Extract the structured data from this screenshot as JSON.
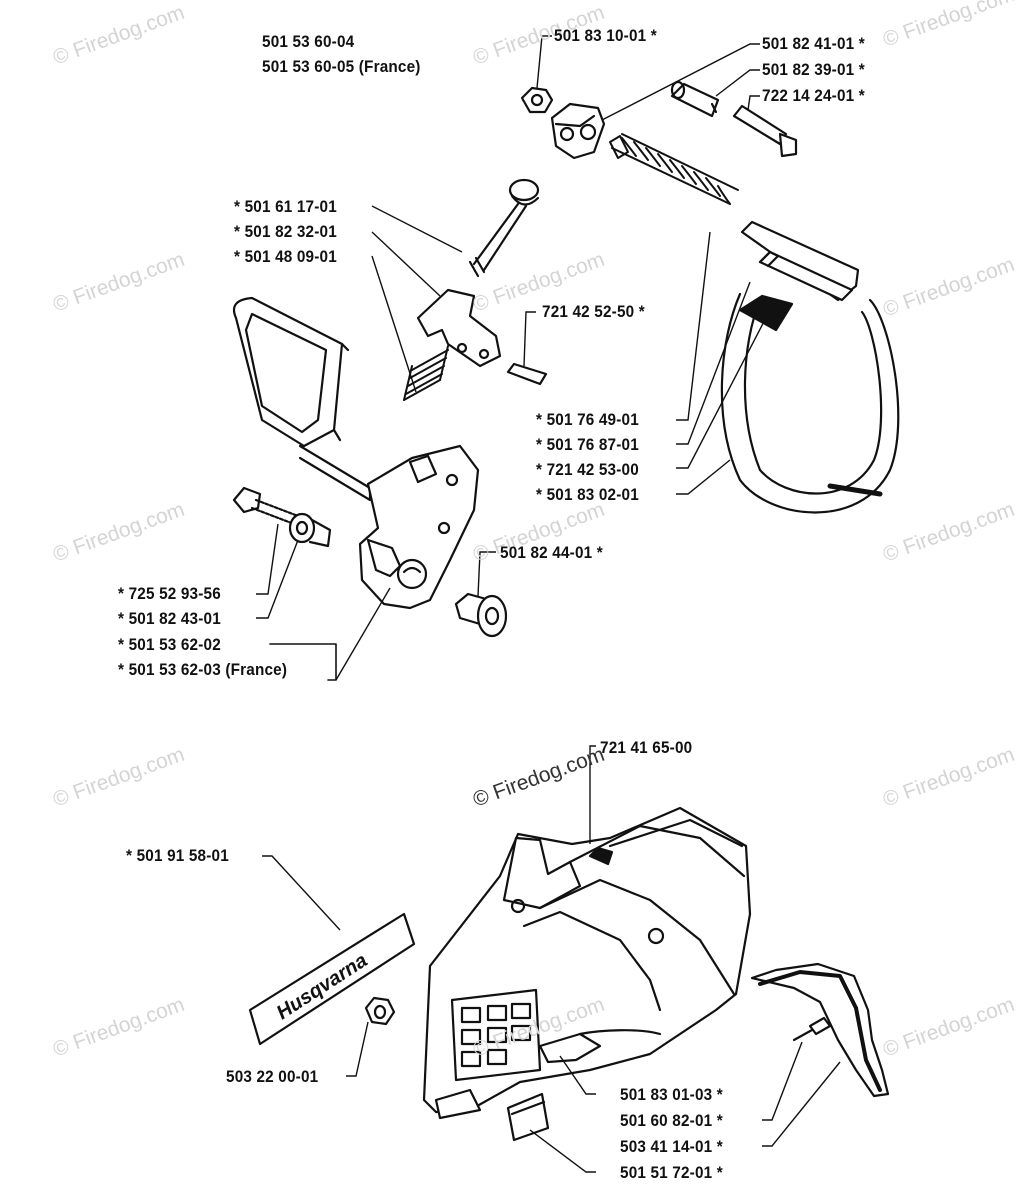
{
  "watermark": "© Firedog.com",
  "assembly_numbers": [
    "501 53 60-04",
    "501 53 60-05 (France)"
  ],
  "parts": {
    "p1": "501 83 10-01  *",
    "p2": "501 82 41-01  *",
    "p3": "501 82 39-01  *",
    "p4": "722 14 24-01  *",
    "p5": "*  501 61 17-01",
    "p6": "*  501 82 32-01",
    "p7": "*  501 48 09-01",
    "p8": "721 42 52-50  *",
    "p9": "*  501 76 49-01",
    "p10": "*  501 76 87-01",
    "p11": "*  721 42 53-00",
    "p12": "*  501 83 02-01",
    "p13": "501 82 44-01  *",
    "p14": "*  725 52 93-56",
    "p15": "*  501 82 43-01",
    "p16": "*  501 53 62-02",
    "p17": "*  501 53 62-03  (France)",
    "p18": "721 41 65-00",
    "p19": "*  501 91 58-01",
    "p20": "503 22 00-01",
    "p21": "501 83 01-03  *",
    "p22": "501 60 82-01  *",
    "p23": "503 41 14-01  *",
    "p24": "501 51 72-01  *"
  },
  "decal_text": "Husqvarna"
}
